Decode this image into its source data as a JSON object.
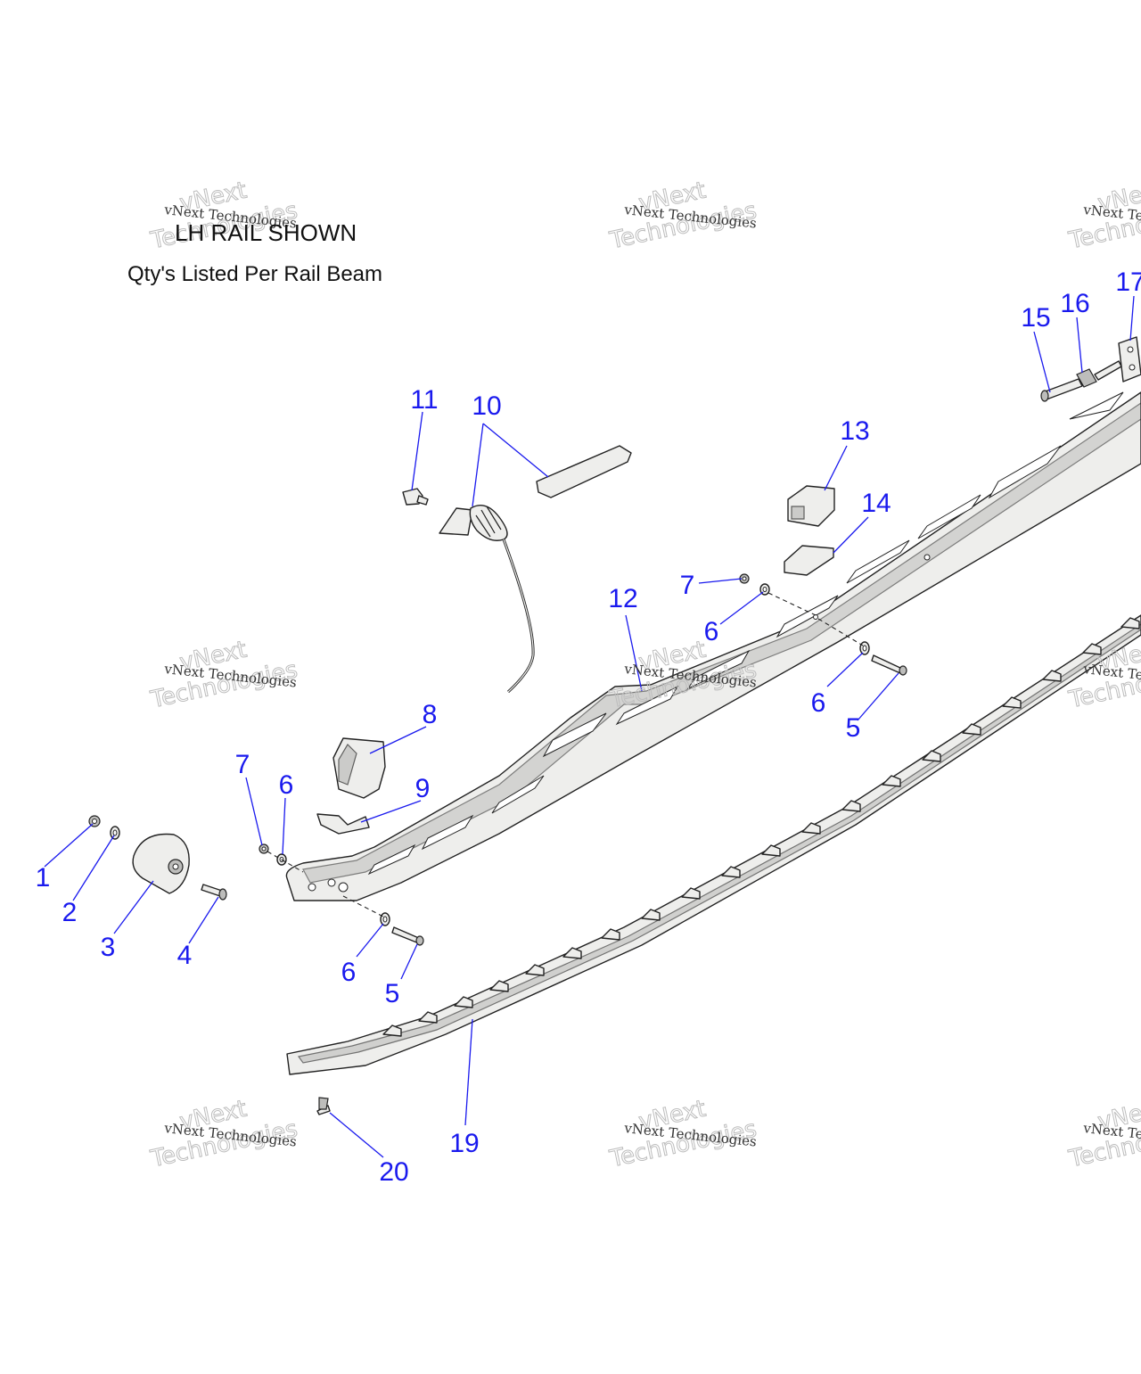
{
  "notes": {
    "title": "LH RAIL SHOWN",
    "subtitle": "Qty's Listed Per Rail Beam"
  },
  "watermark": {
    "line_small": "vNext Technologies",
    "word_top": "vNext",
    "word_bottom": "Technologies"
  },
  "callouts": [
    "1",
    "2",
    "3",
    "4",
    "5",
    "5",
    "6",
    "6",
    "6",
    "6",
    "7",
    "7",
    "8",
    "9",
    "10",
    "11",
    "12",
    "13",
    "14",
    "15",
    "16",
    "17",
    "19",
    "20"
  ],
  "colors": {
    "callout": "#1a1aee",
    "line": "#222222",
    "part_fill": "#eeeeec"
  }
}
